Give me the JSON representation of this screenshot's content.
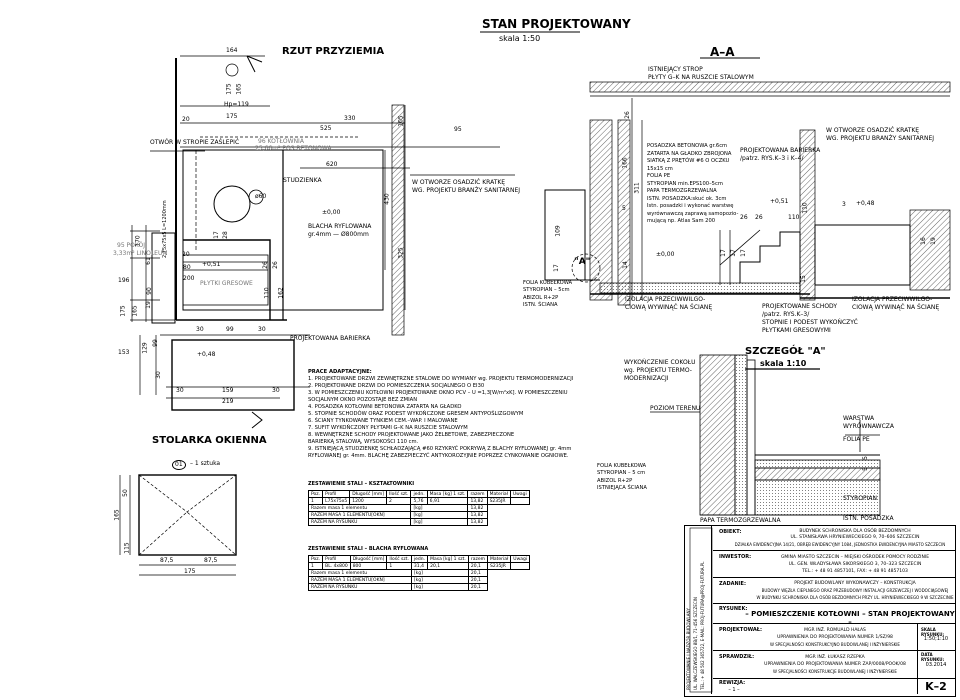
{
  "header": {
    "title": "STAN PROJEKTOWANY",
    "scale": "skala 1:50"
  },
  "plan": {
    "title": "RZUT PRZYZIEMIA",
    "dims_top": [
      "164",
      "175",
      "165",
      "20",
      "175",
      "525",
      "330",
      "95",
      "620",
      "105",
      "430",
      "325"
    ],
    "hp_label": "Hp=119",
    "opening_note": "OTWÓR W STROPIE ZAŚLEPIĆ",
    "boiler_room": "96 KOTŁOWNIA",
    "boiler_area": "25,66m² POS.BETONOWA",
    "pokoj": "95 POKÓJ",
    "pokoj_area": "3,33m² LINOLEUM",
    "studzienka": "STUDZIENKA",
    "blacha": "BLACHA RYFLOWANA",
    "blacha_thk": "gr.4mm — Ø800mm",
    "phi60": "ø60",
    "lev000": "±0,00",
    "lev051": "+0,51",
    "lev048": "+0,48",
    "plytki": "PŁYTKI GRESOWE",
    "window": "2,75x75x5 L=1200mm",
    "wall_note_1": "W OTWORZE OSADZIĆ KRATKĘ",
    "wall_note_2": "WG. PROJEKTU BRANŻY SANITARNEJ",
    "barrier": "PROJEKTOWANA BARIERKA",
    "left_dims": [
      "170",
      "61",
      "196",
      "175",
      "165",
      "153",
      "129",
      "99",
      "30",
      "30",
      "90",
      "200",
      "80",
      "19"
    ],
    "bottom_dims": [
      "30",
      "99",
      "30",
      "159",
      "30",
      "219"
    ],
    "mid_dims": [
      "26",
      "26",
      "110",
      "162",
      "17",
      "28",
      "20"
    ]
  },
  "section": {
    "title": "A–A",
    "strop_1": "ISTNIEJĄCY STROP",
    "strop_2": "PŁYTY G–K NA RUSZCIE STALOWYM",
    "posadzka": [
      "POSADZKA BETONOWA gr.6cm",
      "ZATARTA NA GŁADKO ZBROJONA",
      "SIATKĄ Z PRĘTÓW #6 O OCZKU",
      "15x15 cm",
      "FOLIA PE",
      "STYROPIAN min.EPS100–5cm",
      "PAPA TERMOZGRZEWALNA",
      "ISTN. POSADZKA:skuć ok. 3cm",
      "Istn. posadzki i wykonać warstwę",
      "wyrównawczą zaprawą samopozio-",
      "mującą np. Atlas Sam 200"
    ],
    "barrier_1": "PROJEKTOWANA BARIERKA",
    "barrier_2": "/patrz. RYS.K–3 i K–4/",
    "marker_a": "\"A\"",
    "layers": [
      "FOLIA KUBEŁKOWA",
      "STYROPIAN – 5cm",
      "ABIZOL R+2P",
      "ISTN. ŚCIANA"
    ],
    "izolacja_1": "IZOLACJA PRZECIWWILGO-",
    "izolacja_2": "CIOWĄ WYWINĄĆ NA ŚCIANĘ",
    "schody_1": "PROJEKTOWANE SCHODY",
    "schody_2": "/patrz. RYS.K–3/",
    "schody_3": "STOPNIE I PODEST WYKOŃCZYĆ",
    "schody_4": "PŁYTKAMI GRESOWYMI",
    "izol2_1": "IZOLACJA PRZECIWWILGO-",
    "izol2_2": "CIOWĄ WYWINĄĆ NA ŚCIANĘ",
    "kratka_1": "W OTWORZE OSADZIĆ KRATKĘ",
    "kratka_2": "WG. PROJEKTU BRANŻY SANITARNEJ",
    "dims": [
      "26",
      "166",
      "311",
      "5",
      "14",
      "109",
      "17",
      "26",
      "26",
      "110",
      "110",
      "15",
      "3",
      "16",
      "19",
      "17",
      "17",
      "17"
    ],
    "lev_000": "±0,00",
    "lev_051": "+0,51",
    "lev_048": "+0,48"
  },
  "detail": {
    "title": "SZCZEGÓŁ \"A\"",
    "scale": "skala 1:10",
    "cokol_1": "WYKOŃCZENIE COKOŁU",
    "cokol_2": "wg. PROJEKTU TERMO-",
    "cokol_3": "MODERNIZACJI",
    "poziom": "POZIOM TERENU",
    "layers": [
      "FOLIA KUBEŁKOWA",
      "STYROPIAN – 5 cm",
      "ABIZOL R+2P",
      "ISTNIEJĄCA ŚCIANA"
    ],
    "right": [
      "WARSTWA",
      "WYRÓWNAWCZA",
      "FOLIA PE",
      "STYROPIAN",
      "ISTN. POSADZKA"
    ],
    "papa": "PAPA TERMOZGRZEWALNA",
    "dims": [
      "5",
      "5"
    ]
  },
  "notes": {
    "heading": "PRACE ADAPTACYJNE:",
    "items": [
      "1. PROJEKTOWANE DRZWI ZEWNĘTRZNE STALOWE DO WYMIANY wg. PROJEKTU TERMOMODERNIZACJI",
      "2. PROJEKTOWANE DRZWI DO POMIESZCZENIA SOCJALNEGO O EI30",
      "3. W POMIESZCZENIU KOTŁOWNI PROJEKTOWANE OKNO PCV – U =1,3[W/m²xK]. W POMIESZCZENIU",
      "   SOCJALNYM OKNO POZOSTAJE BEZ ZMIAN",
      "4. POSADZKA KOTŁOWNI BETONOWA ZATARTA NA GŁADKO",
      "5. STOPNIE SCHODÓW ORAZ PODEST WYKOŃCZONE GRESEM ANTYPOŚLIZGOWYM",
      "6. ŚCIANY TYNKOWANE TYNKIEM CEM.–WAP. I MALOWANE",
      "7. SUFIT WYKOŃCZONY PŁYTAMI G–K NA RUSZCIE STALOWYM",
      "8. WEWNĘTRZNE SCHODY PROJEKTOWANE JAKO ŻELBETOWE, ZABEZPIECZONE",
      "   BARIERKĄ STALOWĄ, WYSOKOŚCI 110 cm.",
      "9. ISTNIEJĄCĄ STUDZIENKĘ SCHŁADZAJĄCĄ #60 RZYKRYĆ POKRYWĄ Z BLACHY RYFLOWANEJ gr. 4mm",
      "   RYFLOWANEJ gr. 4mm. BLACHĘ ZABEZPIECZYĆ ANTYKOROZYJNIE POPRZEZ CYNKOWANIE OGNIOWE."
    ]
  },
  "window_schedule": {
    "title": "STOLARKA OKIENNA",
    "marker": "01",
    "count": "– 1 sztuka",
    "dims": [
      "165",
      "115",
      "50",
      "87,5",
      "87,5",
      "175"
    ]
  },
  "steel_table_1": {
    "title": "ZESTAWIENIE STALI – KSZTAŁTOWNIKI",
    "headers": [
      "Poz.",
      "Profil",
      "Długość [mm]",
      "Ilość szt.",
      "jedn.",
      "Masa [kg] 1 szt.",
      "razem",
      "Materiał",
      "Uwagi"
    ],
    "row": [
      "1",
      "L75x75x5",
      "1200",
      "2",
      "5,76",
      "6,91",
      "13,82",
      "S235JR",
      ""
    ],
    "sum1": [
      "Razem masa 1 elementu",
      "[kg]",
      "13,82"
    ],
    "sum2": [
      "RAZEM MASA 1 ELEMENTU[OKN]",
      "[kg]",
      "13,82"
    ],
    "sum3": [
      "RAZEM NA RYSUNKU",
      "[kg]",
      "13,82"
    ]
  },
  "steel_table_2": {
    "title": "ZESTAWIENIE STALI – BLACHA RYFLOWANA",
    "headers": [
      "Poz.",
      "Profil",
      "Długość [mm]",
      "Ilość szt.",
      "jedn.",
      "Masa [kg] 1 szt.",
      "razem",
      "Materiał",
      "Uwagi"
    ],
    "row": [
      "1",
      "BL. 4x800",
      "800",
      "1",
      "31,4",
      "20,1",
      "20,1",
      "S235JR",
      ""
    ],
    "sum1": [
      "Razem masa 1 elementu",
      "[kg]",
      "20,1"
    ],
    "sum2": [
      "RAZEM MASA 1 ELEMENTU[OKN]",
      "[kg]",
      "20,1"
    ],
    "sum3": [
      "RAZEM NA RYSUNKU",
      "[kg]",
      "20,1"
    ]
  },
  "title_block": {
    "obiekt_lbl": "OBIEKT:",
    "obiekt": [
      "BUDYNEK SCHRONISKA DLA OSÓB BEZDOMNYCH",
      "UL. STANISŁAWA HRYNIEWIECKIEGO 9, 70–606 SZCZECIN",
      "DZIAŁKA EWIDENCYJNA 14/21, OBRĘB EWIDENCYJNY 1084, JEDNOSTKA EWIDENCYJNA MIASTO SZCZECIN"
    ],
    "inwestor_lbl": "INWESTOR:",
    "inwestor": [
      "GMINA MIASTO SZCZECIN – MIEJSKI OŚRODEK POMOCY RODZINIE",
      "UL. GEN. WŁADYSŁAWA SIKORSKIEGO 3, 70–323 SZCZECIN",
      "TEL.: + 48 91 4857101, FAX: + 48 91 4857103"
    ],
    "zadanie_lbl": "ZADANIE:",
    "zadanie": [
      "PROJEKT BUDOWLANY WYKONAWCZY – KONSTRUKCJA",
      "BUDOWY WĘZŁA CIEPLNEGO ORAZ PRZEBUDOWY INSTALACJI GRZEWCZEJ I WODOCIĄGOWEJ",
      "W BUDYNKU SCHRONISKA DLA OSÓB BEZDOMNYCH PRZY UL. HRYNIEWIECKIEGO 9 W SZCZECINIE"
    ],
    "rysunek_lbl": "RYSUNEK:",
    "rysunek": "– POMIESZCZENIE KOTŁOWNI – STAN PROJEKTOWANY –",
    "projektowal_lbl": "PROJEKTOWAŁ:",
    "projektowal": [
      "MGR INŻ. ROMUALD HAŁAS",
      "UPRAWNIENIA DO PROJEKTOWANIA NUMER 1/SZ/98",
      "W SPECJALNOŚCI KONSTRUKCYJNO BUDOWLANEJ I INŻYNIERSKIE"
    ],
    "sprawdzil_lbl": "SPRAWDZIŁ:",
    "sprawdzil": [
      "MGR INŻ. ŁUKASZ RZEPKA",
      "UPRAWNIENIA DO PROJEKTOWANIA NUMER ZAP/0008/POOK/08",
      "W SPECJALNOŚCI KONSTRUKCJE BUDOWLANEJ I INŻYNIERSKIE"
    ],
    "skala_lbl": "SKALA RYSUNKU:",
    "skala": "1:50;1:10",
    "data_lbl": "DATA RYSUNKU:",
    "data": "03.2014",
    "rewizja_lbl": "REWIZJA:",
    "rewizja": "– 1 –",
    "sheet": "K–2",
    "side_lines": [
      "PROJEKTOWANIE I NADZÓR BUDOWLANY",
      "UL. WALCZEWSKIEGO 8B/1, 71–456 SZCZECIN",
      "TEL.: + 48 502 365722, E-MAIL: PROJ-FUTURA@PROJ-FUTURA.PL"
    ]
  }
}
